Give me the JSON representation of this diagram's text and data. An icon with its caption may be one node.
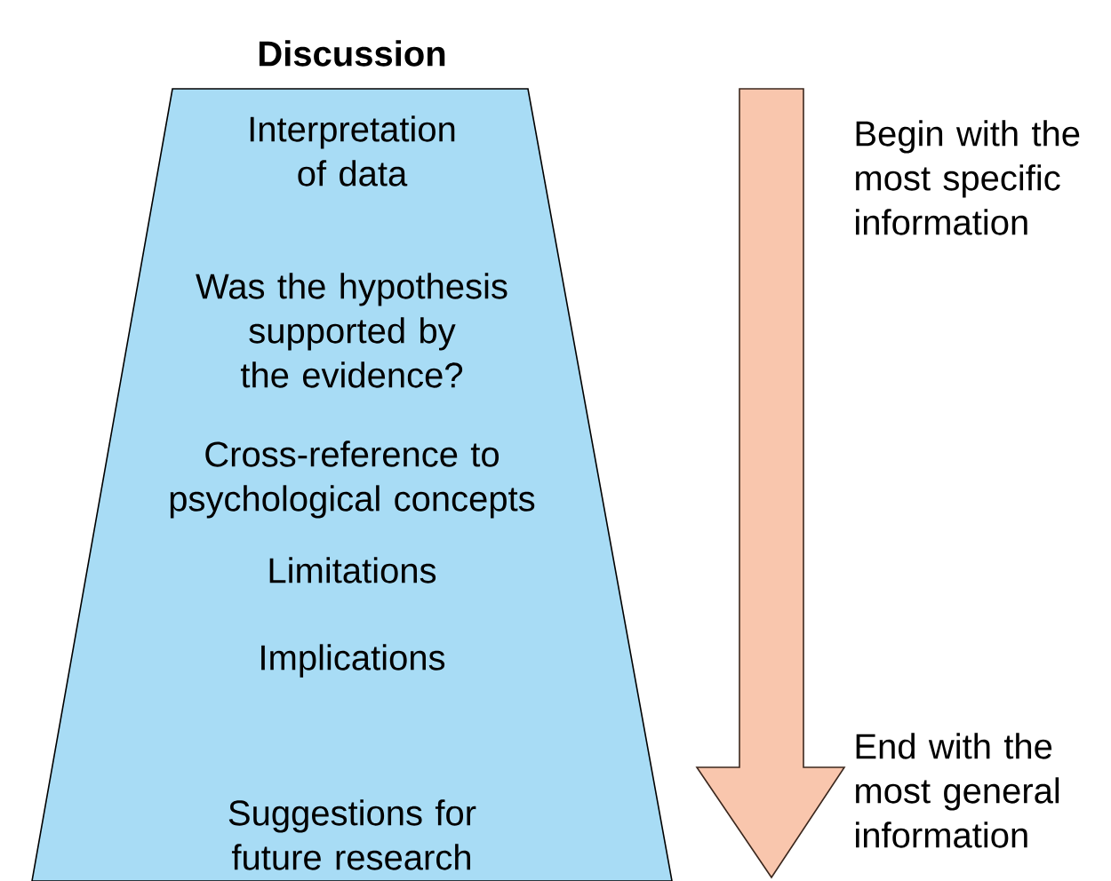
{
  "diagram": {
    "nodes": [
      {
        "text": [
          "Discussion",
          "Interpretation of data",
          "Was the hypothesis supported by the evidence?",
          "Cross-reference to psychological concepts",
          "Limitations",
          "Implications",
          "Suggestions for future research"
        ]
      }
    ],
    "labels": [
      "Begin with the most specific information",
      "End with the most general information"
    ]
  }
}
